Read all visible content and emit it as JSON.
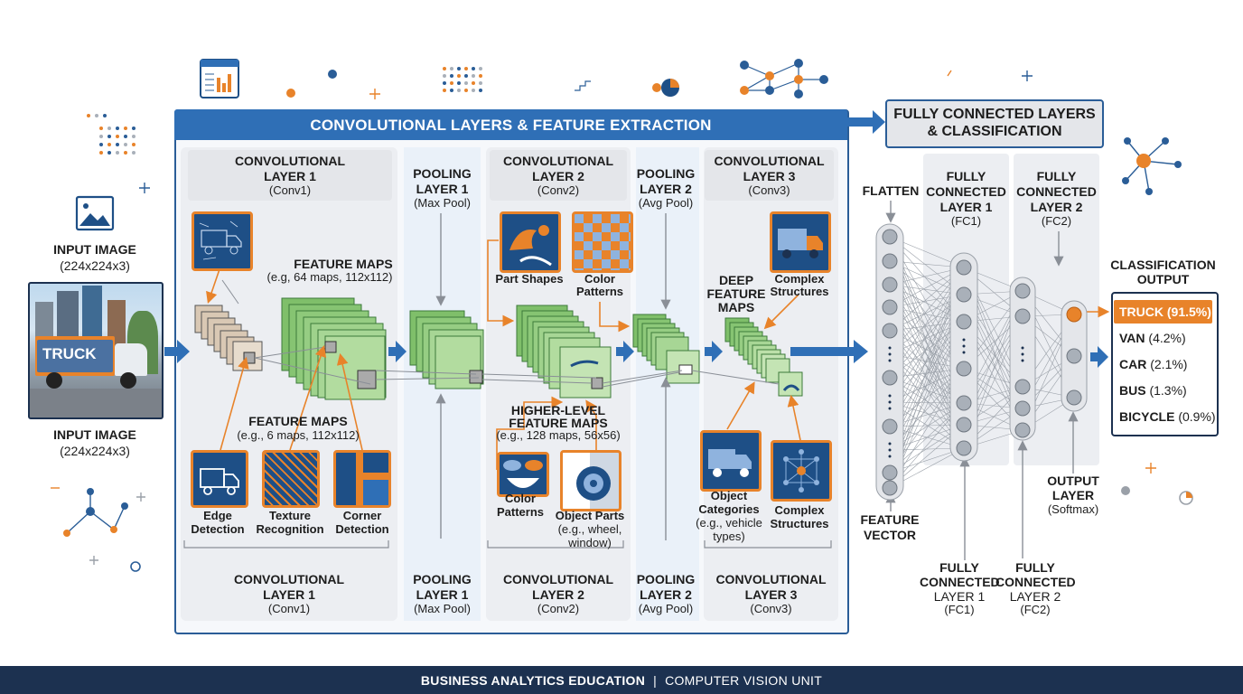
{
  "main_section_title": "CONVOLUTIONAL LAYERS & FEATURE EXTRACTION",
  "fc_section_title_1": "FULLY CONNECTED LAYERS",
  "fc_section_title_2": "& CLASSIFICATION",
  "input": {
    "label_top_1": "INPUT IMAGE",
    "label_top_2": "(224x224x3)",
    "label_bottom_1": "INPUT IMAGE",
    "label_bottom_2": "(224x224x3)",
    "truck_text": "TRUCK"
  },
  "conv1": {
    "title_1": "CONVOLUTIONAL",
    "title_2": "LAYER 1",
    "sub": "(Conv1)",
    "feature_maps_top_title": "FEATURE MAPS",
    "feature_maps_top_sub": "(e.g, 64 maps, 112x112)",
    "feature_maps_bottom_title": "FEATURE MAPS",
    "feature_maps_bottom_sub": "(e.g., 6 maps, 112x112)",
    "icons": [
      {
        "label_1": "Edge",
        "label_2": "Detection",
        "icon": "truck-outline-icon"
      },
      {
        "label_1": "Texture",
        "label_2": "Recognition",
        "icon": "texture-icon"
      },
      {
        "label_1": "Corner",
        "label_2": "Detection",
        "icon": "corner-icon"
      }
    ],
    "bottom_title_1": "CONVOLUTIONAL",
    "bottom_title_2": "LAYER 1",
    "bottom_sub": "(Conv1)"
  },
  "pool1": {
    "title_1": "POOLING",
    "title_2": "LAYER 1",
    "sub": "(Max Pool)",
    "bottom_title_1": "POOLING",
    "bottom_title_2": "LAYER 1",
    "bottom_sub": "(Max Pool)"
  },
  "conv2": {
    "title_1": "CONVOLUTIONAL",
    "title_2": "LAYER 2",
    "sub": "(Conv2)",
    "top_icons": [
      {
        "label_1": "Part Shapes",
        "label_2": ""
      },
      {
        "label_1": "Color",
        "label_2": "Patterns"
      }
    ],
    "feature_maps_title_1": "HIGHER-LEVEL",
    "feature_maps_title_2": "FEATURE MAPS",
    "feature_maps_sub": "(e.g., 128 maps, 56x56)",
    "bottom_icons": [
      {
        "label_1": "Color",
        "label_2": "Patterns"
      },
      {
        "label_1": "Object Parts",
        "label_2": "(e.g., wheel,",
        "label_3": "window)"
      }
    ],
    "bottom_title_1": "CONVOLUTIONAL",
    "bottom_title_2": "LAYER 2",
    "bottom_sub": "(Conv2)"
  },
  "pool2": {
    "title_1": "POOLING",
    "title_2": "LAYER 2",
    "sub": "(Avg Pool)",
    "bottom_title_1": "POOLING",
    "bottom_title_2": "LAYER 2",
    "bottom_sub": "(Avg Pool)"
  },
  "conv3": {
    "title_1": "CONVOLUTIONAL",
    "title_2": "LAYER 3",
    "sub": "(Conv3)",
    "deep_1": "DEEP",
    "deep_2": "FEATURE",
    "deep_3": "MAPS",
    "top_icon_label_1": "Complex",
    "top_icon_label_2": "Structures",
    "bottom_icons": [
      {
        "label_1": "Object",
        "label_2": "Categories",
        "label_3": "(e.g., vehicle",
        "label_4": "types)"
      },
      {
        "label_1": "Complex",
        "label_2": "Structures"
      }
    ],
    "bottom_title_1": "CONVOLUTIONAL",
    "bottom_title_2": "LAYER 3",
    "bottom_sub": "(Conv3)"
  },
  "fc": {
    "flatten": "FLATTEN",
    "fc1_title_1": "FULLY",
    "fc1_title_2": "CONNECTED",
    "fc1_title_3": "LAYER 1",
    "fc1_sub": "(FC1)",
    "fc2_title_1": "FULLY",
    "fc2_title_2": "CONNECTED",
    "fc2_title_3": "LAYER 2",
    "fc2_sub": "(FC2)",
    "feature_vector_1": "FEATURE",
    "feature_vector_2": "VECTOR",
    "fc1_bottom_1": "FULLY",
    "fc1_bottom_2": "CONNECTED",
    "fc1_bottom_3": "LAYER 1",
    "fc1_bottom_4": "(FC1)",
    "fc2_bottom_1": "FULLY",
    "fc2_bottom_2": "CONNECTED",
    "fc2_bottom_3": "LAYER 2",
    "fc2_bottom_4": "(FC2)",
    "output_layer_1": "OUTPUT",
    "output_layer_2": "LAYER",
    "output_layer_3": "(Softmax)"
  },
  "classification": {
    "title_1": "CLASSIFICATION",
    "title_2": "OUTPUT",
    "results": [
      {
        "label": "TRUCK (91.5%)",
        "highlight": true
      },
      {
        "label": "VAN",
        "pct": "(4.2%)"
      },
      {
        "label": "CAR",
        "pct": "(2.1%)"
      },
      {
        "label": "BUS",
        "pct": "(1.3%)"
      },
      {
        "label": "BICYCLE",
        "pct": "(0.9%)"
      }
    ]
  },
  "footer": {
    "left": "BUSINESS ANALYTICS EDUCATION",
    "separator": "|",
    "right": "COMPUTER VISION UNIT"
  },
  "colors": {
    "navy": "#1c3150",
    "blue": "#2a6db5",
    "orange": "#e8832a",
    "green": "#7fbf6a",
    "light_blue_bg": "#eaf1f9"
  }
}
